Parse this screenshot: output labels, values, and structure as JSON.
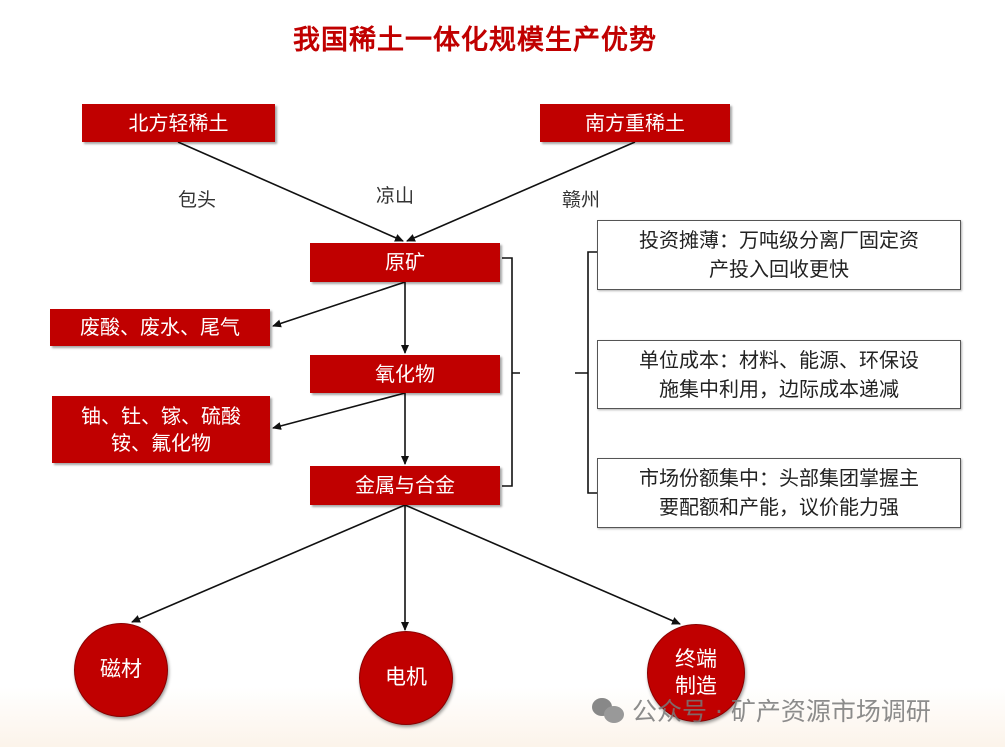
{
  "title": "我国稀土一体化规模生产优势",
  "sources": {
    "north": "北方轻稀土",
    "south": "南方重稀土"
  },
  "locations": {
    "baotou": "包头",
    "liangshan": "凉山",
    "ganzhou": "赣州"
  },
  "process": {
    "ore": "原矿",
    "oxide": "氧化物",
    "metal": "金属与合金"
  },
  "byproducts": {
    "waste": "废酸、废水、尾气",
    "other_line1": "铀、钍、镓、硫酸",
    "other_line2": "铵、氟化物"
  },
  "advantages": [
    {
      "line1": "投资摊薄：万吨级分离厂固定资",
      "line2": "产投入回收更快"
    },
    {
      "line1": "单位成本：材料、能源、环保设",
      "line2": "施集中利用，边际成本递减"
    },
    {
      "line1": "市场份额集中：头部集团掌握主",
      "line2": "要配额和产能，议价能力强"
    }
  ],
  "applications": {
    "magnet": "磁材",
    "motor": "电机",
    "terminal_line1": "终端",
    "terminal_line2": "制造"
  },
  "watermark": "公众号 · 矿产资源市场调研",
  "colors": {
    "accent": "#c00000"
  }
}
